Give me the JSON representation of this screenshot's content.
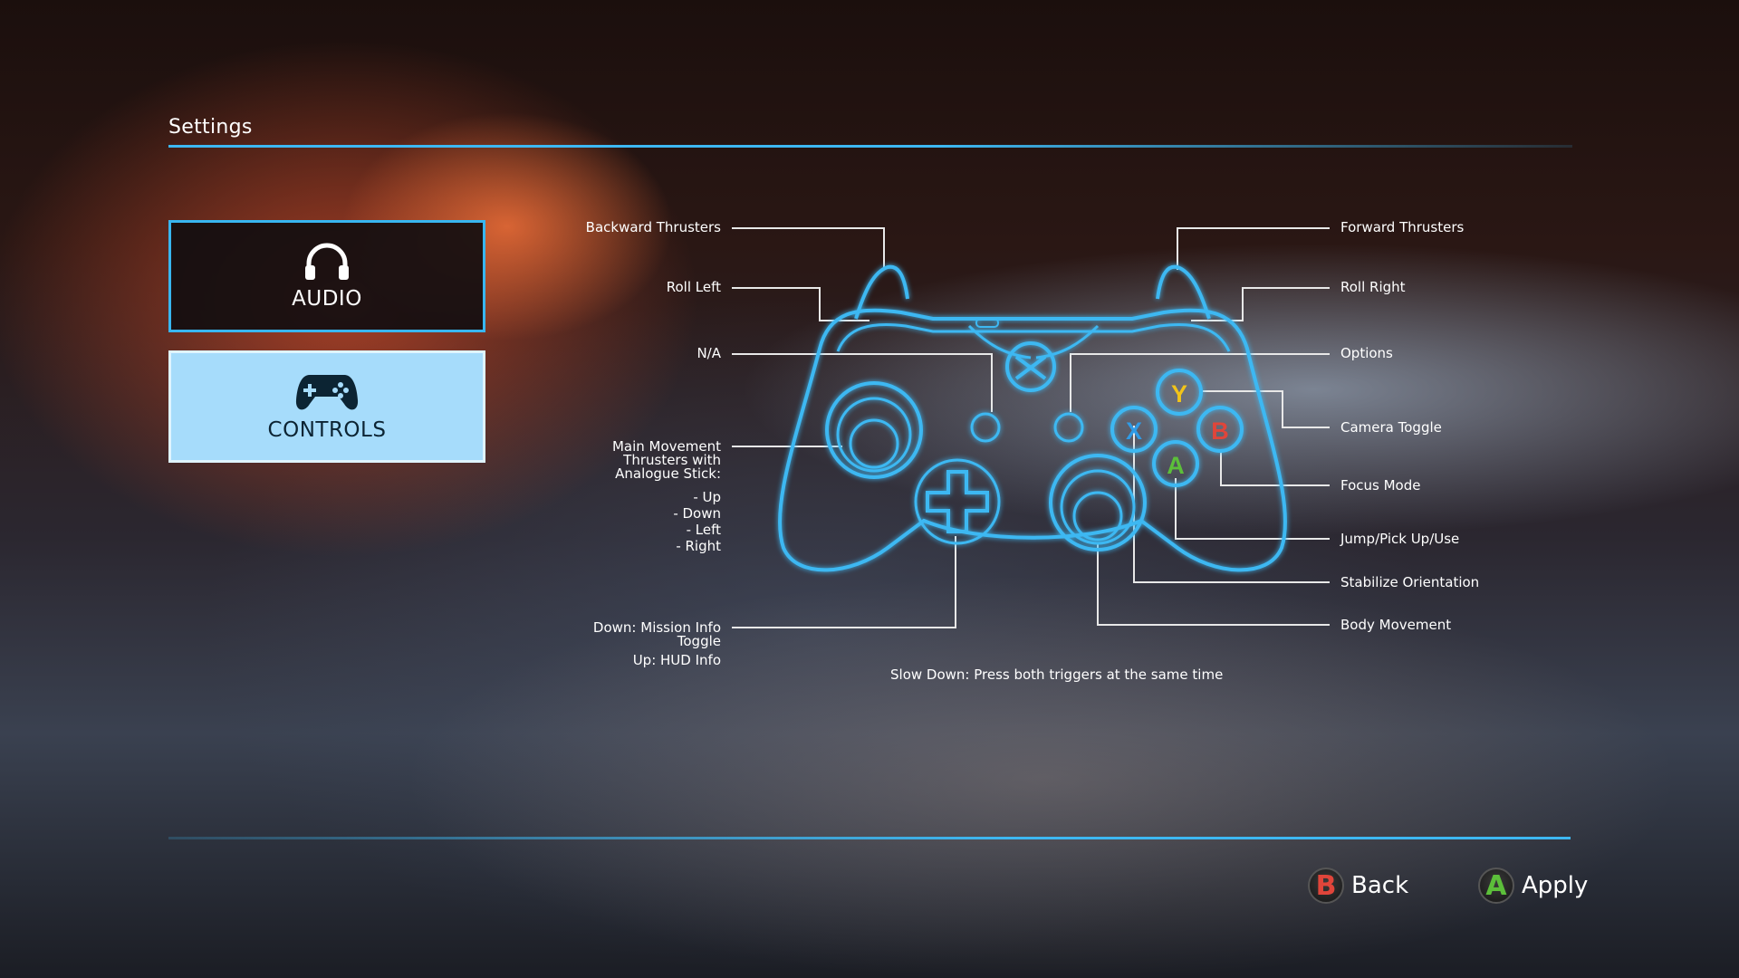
{
  "header": {
    "title": "Settings"
  },
  "menu": {
    "tabs": [
      {
        "label": "AUDIO",
        "icon": "headphones-icon",
        "selected": false
      },
      {
        "label": "CONTROLS",
        "icon": "gamepad-icon",
        "selected": true
      }
    ]
  },
  "controller": {
    "icon": "xbox-controller-icon",
    "face_buttons": {
      "y": "Y",
      "x": "X",
      "b": "B",
      "a": "A"
    },
    "face_colors": {
      "y": "#f2c419",
      "x": "#2f9be6",
      "b": "#e0453a",
      "a": "#5cbf3a"
    },
    "accent": "#3db8f2"
  },
  "callouts": {
    "left": {
      "backward_thrusters": "Backward Thrusters",
      "roll_left": "Roll Left",
      "na": "N/A",
      "main_movement": [
        "Main Movement",
        "Thrusters with",
        "Analogue Stick:"
      ],
      "directions": [
        "- Up",
        "- Down",
        "- Left",
        "- Right"
      ],
      "dpad_down": [
        "Down: Mission Info",
        "Toggle"
      ],
      "dpad_up": "Up: HUD Info"
    },
    "right": {
      "forward_thrusters": "Forward Thrusters",
      "roll_right": "Roll Right",
      "options": "Options",
      "camera_toggle": "Camera Toggle",
      "focus_mode": "Focus Mode",
      "jump": "Jump/Pick Up/Use",
      "stabilize": "Stabilize Orientation",
      "body_movement": "Body Movement"
    },
    "note": "Slow Down: Press both triggers at the same time"
  },
  "footer": {
    "back": {
      "button": "B",
      "label": "Back",
      "color": "#e0453a"
    },
    "apply": {
      "button": "A",
      "label": "Apply",
      "color": "#5cbf3a"
    }
  }
}
